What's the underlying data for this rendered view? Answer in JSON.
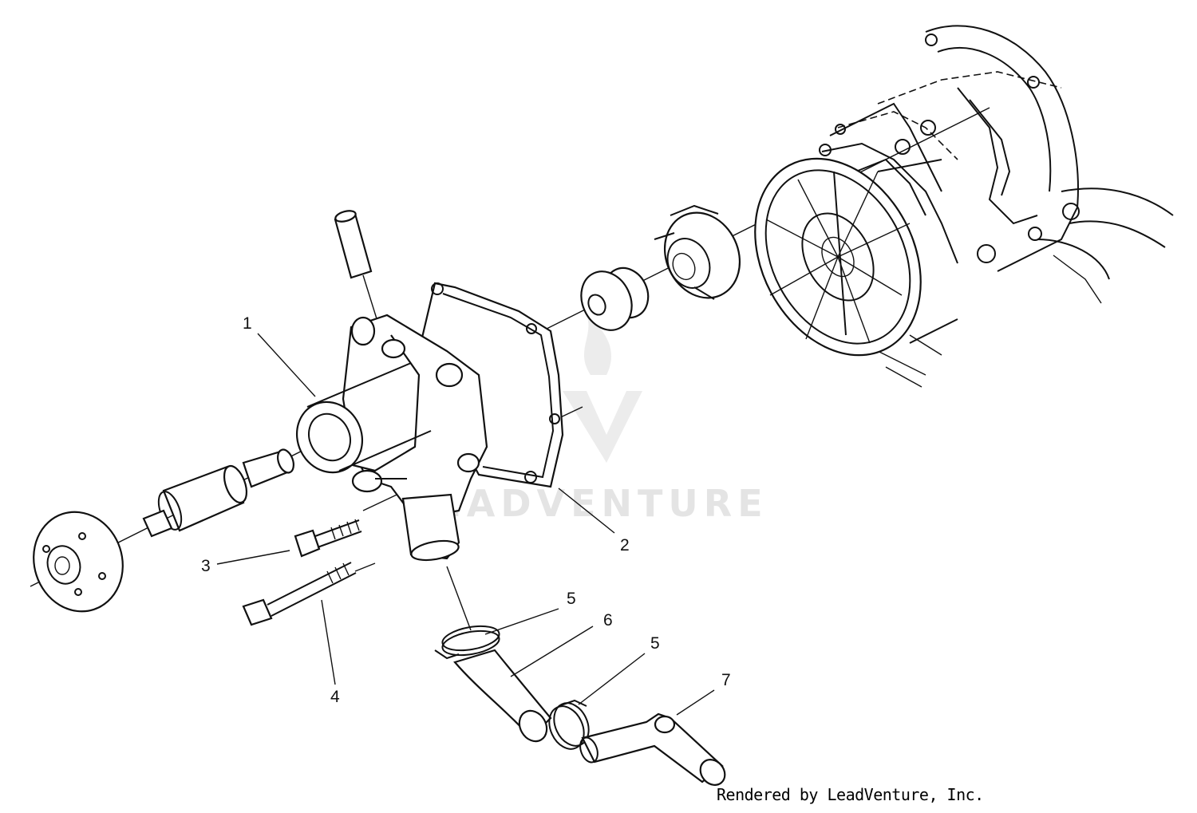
{
  "watermark": {
    "text": "LEADVENTURE"
  },
  "credit": {
    "text": "Rendered by LeadVenture, Inc."
  },
  "callouts": [
    {
      "id": "c1",
      "label": "1"
    },
    {
      "id": "c2",
      "label": "2"
    },
    {
      "id": "c3",
      "label": "3"
    },
    {
      "id": "c4",
      "label": "4"
    },
    {
      "id": "c5a",
      "label": "5"
    },
    {
      "id": "c6",
      "label": "6"
    },
    {
      "id": "c5b",
      "label": "5"
    },
    {
      "id": "c7",
      "label": "7"
    }
  ],
  "colors": {
    "line": "#111111",
    "watermark": "#e4e4e4"
  }
}
